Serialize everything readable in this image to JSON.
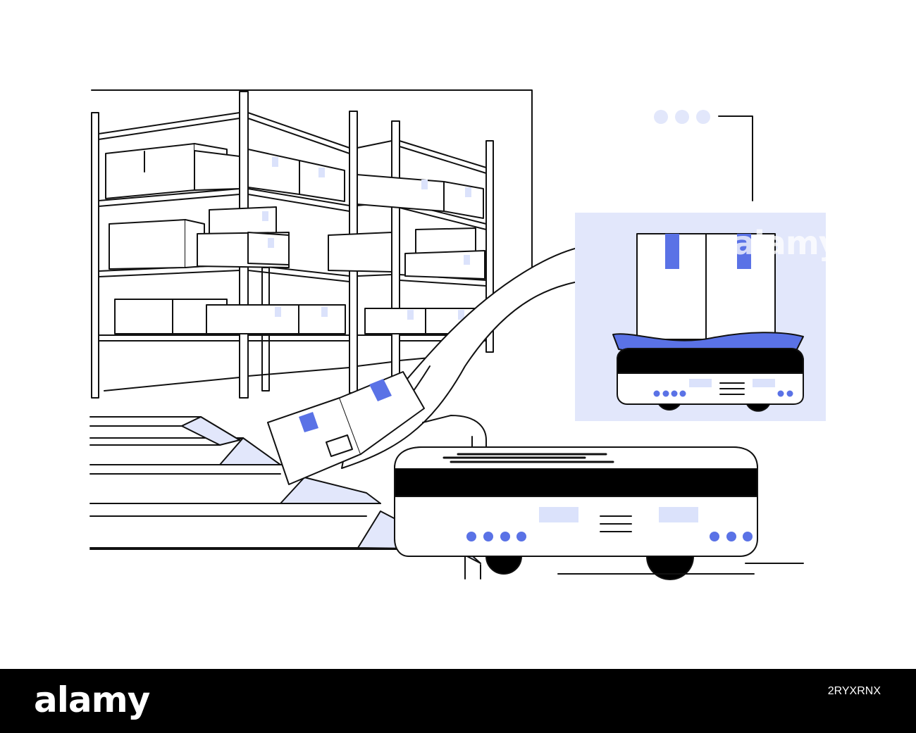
{
  "watermark": {
    "text": "alamy"
  },
  "footer": {
    "logo": "alamy",
    "image_id": "2RYXRNX"
  },
  "colors": {
    "accent": "#5a72e6",
    "light_blue": "#e2e7fb",
    "line": "#111111",
    "background": "#ffffff",
    "footer_bg": "#000000"
  },
  "icons": [
    "three-dots-icon"
  ]
}
